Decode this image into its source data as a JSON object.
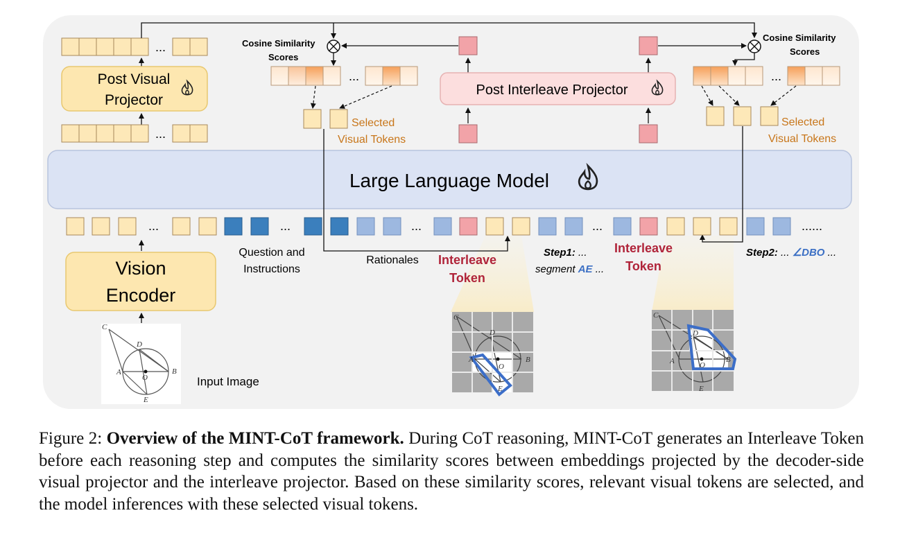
{
  "figure": {
    "top_left": {
      "post_visual_projector": [
        "Post Visual",
        "Projector"
      ],
      "ellipsis": "..."
    },
    "cosine_left": [
      "Cosine Similarity",
      "Scores"
    ],
    "cosine_right": [
      "Cosine Similarity",
      "Scores"
    ],
    "post_interleave_projector": "Post Interleave Projector",
    "selected_left": [
      "Selected",
      "Visual Tokens"
    ],
    "selected_right": [
      "Selected",
      "Visual Tokens"
    ],
    "llm": "Large Language Model",
    "sequence": {
      "ellipsis": "...",
      "trailing_ellipsis": "......",
      "question_label": [
        "Question and",
        "Instructions"
      ],
      "rationales_label": "Rationales",
      "interleave_label_1": [
        "Interleave",
        "Token"
      ],
      "interleave_label_2": [
        "Interleave",
        "Token"
      ],
      "step1": {
        "prefix": "Step1:",
        "rest1": " ...",
        "line2a": "segment ",
        "line2b": "AE",
        "line2c": " ..."
      },
      "step2": {
        "prefix": "Step2:",
        "rest1": " ... ",
        "highlight": "∠DBO",
        "rest2": " ..."
      }
    },
    "vision_encoder": [
      "Vision",
      "Encoder"
    ],
    "input_image_label": "Input Image",
    "geometry_points": {
      "C": "C",
      "D": "D",
      "A": "A",
      "O": "O",
      "B": "B",
      "E": "E"
    }
  },
  "caption": {
    "label": "Figure 2: ",
    "bold": "Overview of the MINT-CoT framework.",
    "text": " During CoT reasoning, MINT-CoT generates an Interleave Token before each reasoning step and computes the similarity scores between embeddings projected by the decoder-side visual projector and the interleave projector. Based on these similarity scores, relevant visual tokens are selected, and the model inferences with these selected visual tokens."
  },
  "colors": {
    "panel": "#f2f2f2",
    "visual_token": "#fde8b8",
    "question_token": "#3b7fbd",
    "rationale_token": "#9db8e0",
    "interleave_token": "#f2a3a8",
    "llm_fill": "#dbe3f4",
    "projector_fill": "#fde7b0",
    "interleave_projector_fill": "#fcdede",
    "selected_text": "#c8761a",
    "interleave_text": "#b0243a",
    "highlight_text": "#3b6fc4",
    "box_outline": "#3c6ec8"
  }
}
